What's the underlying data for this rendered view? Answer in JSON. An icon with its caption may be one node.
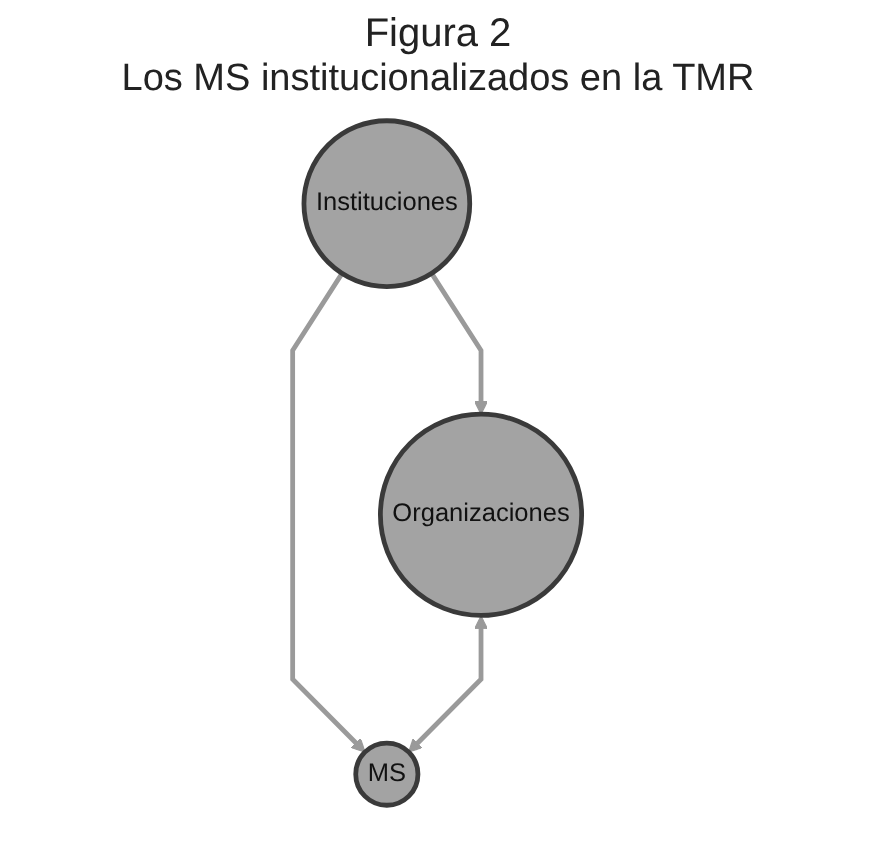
{
  "diagram": {
    "title": "Los MS institucionalizados en la TMR",
    "nodes": [
      {
        "text": [
          "Instituciones"
        ]
      },
      {
        "text": [
          "MS"
        ]
      },
      {
        "text": [
          "Organizaciones"
        ]
      }
    ],
    "edges": [
      {
        "from": 0,
        "to": 1,
        "arrow": "to"
      },
      {
        "from": 0,
        "to": 2,
        "arrow": "to"
      },
      {
        "from": 2,
        "to": 1,
        "arrow": "both"
      }
    ],
    "labels": [
      "Figura 2"
    ]
  }
}
